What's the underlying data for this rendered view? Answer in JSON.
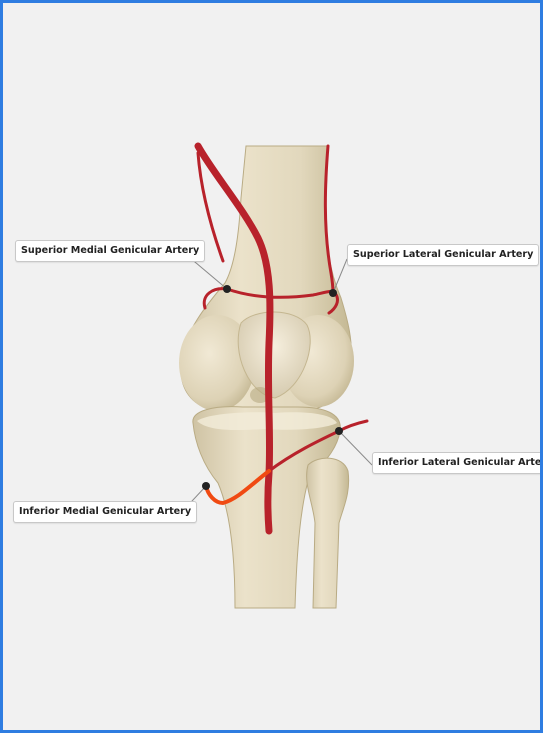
{
  "image": {
    "subject": "knee-joint-genicular-arteries",
    "colors": {
      "frame_border": "#2f7de1",
      "background": "#f1f1f1",
      "bone": "#e6dcc2",
      "artery": "#b8222b",
      "highlight_artery": "#f04a12",
      "marker": "#222222"
    }
  },
  "labels": {
    "superior_medial": "Superior Medial Genicular Artery",
    "superior_lateral": "Superior Lateral Genicular Artery",
    "inferior_lateral": "Inferior Lateral Genicular Artery",
    "inferior_medial": "Inferior Medial Genicular Artery"
  }
}
